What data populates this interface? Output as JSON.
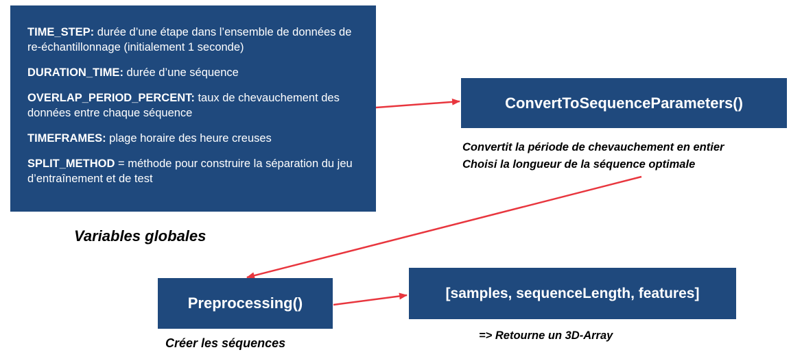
{
  "global_vars": {
    "items": [
      {
        "key": "TIME_STEP:",
        "desc": " durée d’une étape dans l’ensemble de données de re-échantillonnage (initialement 1 seconde)"
      },
      {
        "key": "DURATION_TIME:",
        "desc": " durée d’une séquence"
      },
      {
        "key": "OVERLAP_PERIOD_PERCENT:",
        "desc": " taux de chevauchement des données entre chaque séquence"
      },
      {
        "key": "TIMEFRAMES:",
        "desc": " plage horaire des heure creuses"
      },
      {
        "key": "SPLIT_METHOD",
        "desc": " = méthode pour construire la séparation du jeu d’entraînement et de test"
      }
    ],
    "caption": "Variables globales"
  },
  "convert": {
    "label": "ConvertToSequenceParameters()",
    "caption_line1": "Convertit la période de chevauchement en entier",
    "caption_line2": "Choisi la longueur de la séquence optimale"
  },
  "preprocessing": {
    "label": "Preprocessing()",
    "caption": "Créer les séquences"
  },
  "output": {
    "label": "[samples, sequenceLength, features]",
    "caption": "=> Retourne un 3D-Array"
  },
  "colors": {
    "box_fill": "#1f497d",
    "box_text": "#ffffff",
    "arrow": "#e8363e"
  }
}
